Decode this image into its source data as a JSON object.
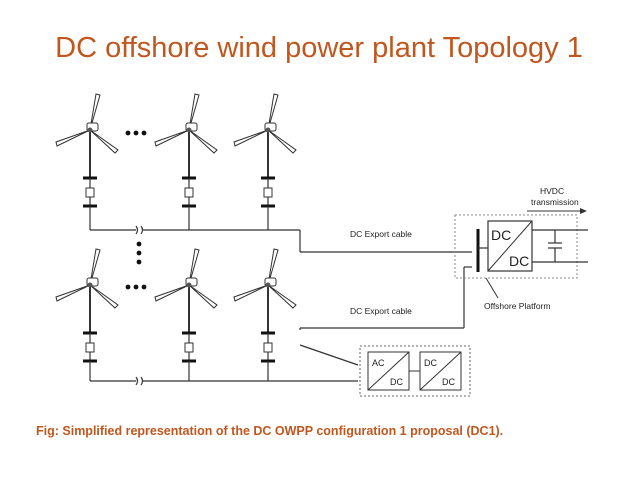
{
  "slide": {
    "title": "DC offshore wind power plant Topology 1",
    "caption": "Fig: Simplified representation of the DC OWPP configuration 1 proposal (DC1).",
    "accent_color": "#C0571F"
  },
  "diagram": {
    "labels": {
      "export_cable_1": "DC Export cable",
      "export_cable_2": "DC Export cable",
      "hvdc_line1": "HVDC",
      "hvdc_line2": "transmission",
      "platform": "Offshore Platform",
      "converter_top": "DC",
      "converter_bottom": "DC",
      "collector_1_top": "AC",
      "collector_1_bottom": "DC",
      "collector_2_top": "DC",
      "collector_2_bottom": "DC"
    },
    "ellipsis_icon": "dots-icon",
    "turbine_icon": "wind-turbine-icon"
  }
}
